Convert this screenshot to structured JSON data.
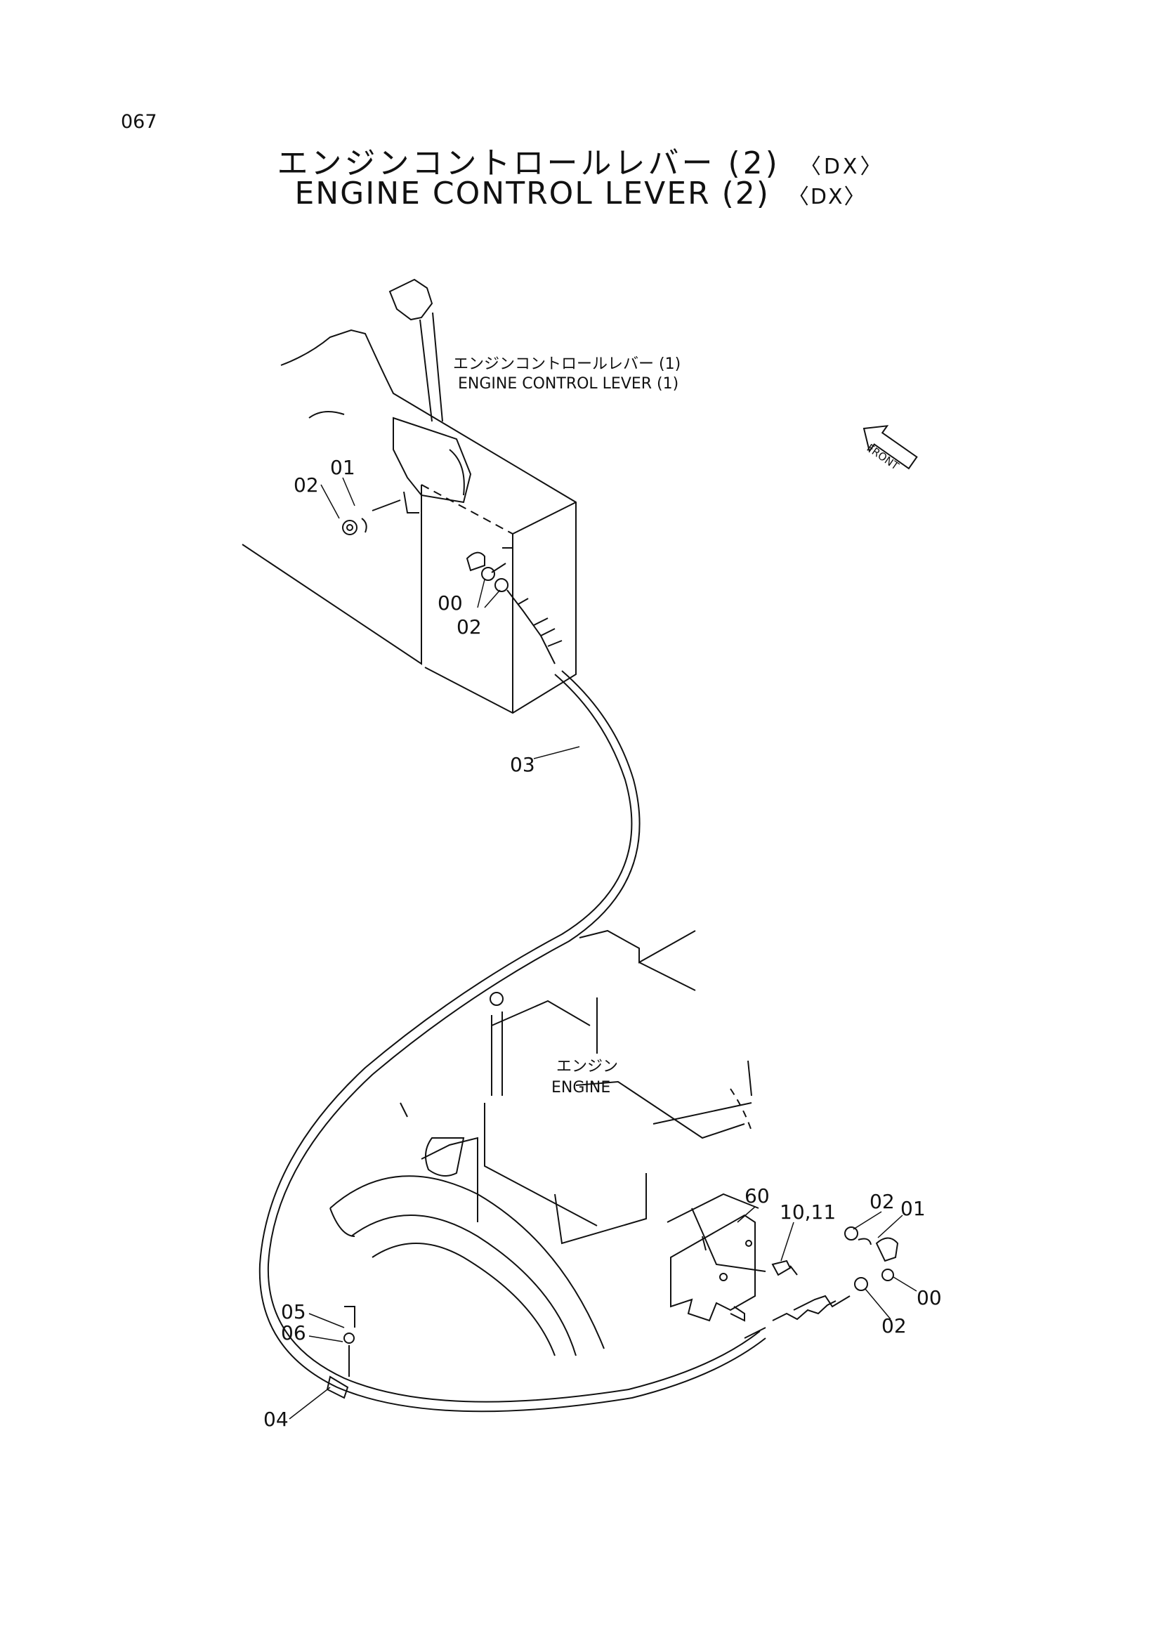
{
  "page_number": "067",
  "title": {
    "jp": "エンジンコントロールレバー",
    "en": "ENGINE CONTROL LEVER",
    "suffix": "(2)",
    "variant": "〈DX〉"
  },
  "notes": {
    "lever_jp": "エンジンコントロールレバー (1)",
    "lever_en": "ENGINE CONTROL LEVER (1)",
    "engine_jp": "エンジン",
    "engine_en": "ENGINE",
    "front_arrow": "FRONT"
  },
  "callouts": [
    "01",
    "02",
    "00",
    "02",
    "03",
    "60",
    "10,11",
    "02",
    "01",
    "00",
    "02",
    "05",
    "06",
    "04"
  ]
}
